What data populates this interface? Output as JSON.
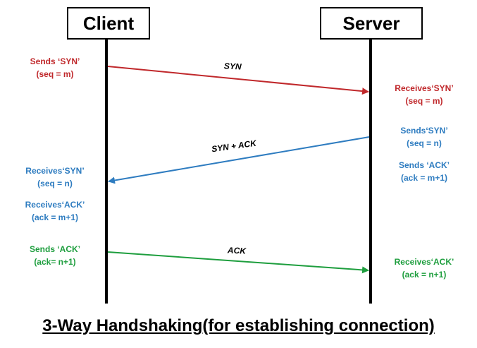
{
  "participants": {
    "client": "Client",
    "server": "Server"
  },
  "messages": {
    "syn": "SYN",
    "synack": "SYN + ACK",
    "ack": "ACK"
  },
  "client_notes": {
    "sends_syn": {
      "line1": "Sends ‘SYN’",
      "line2": "(seq = m)"
    },
    "receives_syn": {
      "line1": "Receives‘SYN’",
      "line2": "(seq = n)"
    },
    "receives_ack": {
      "line1": "Receives‘ACK’",
      "line2": "(ack = m+1)"
    },
    "sends_ack": {
      "line1": "Sends ‘ACK’",
      "line2": "(ack= n+1)"
    }
  },
  "server_notes": {
    "receives_syn": {
      "line1": "Receives‘SYN’",
      "line2": "(seq = m)"
    },
    "sends_syn": {
      "line1": "Sends‘SYN’",
      "line2": "(seq = n)"
    },
    "sends_ack": {
      "line1": "Sends ‘ACK’",
      "line2": "(ack = m+1)"
    },
    "receives_ack": {
      "line1": "Receives‘ACK’",
      "line2": "(ack = n+1)"
    }
  },
  "title": "3-Way Handshaking(for establishing connection)",
  "colors": {
    "syn": "#c0282b",
    "synack": "#2e7cc0",
    "ack": "#1e9e3e",
    "lifeline": "#000000"
  }
}
